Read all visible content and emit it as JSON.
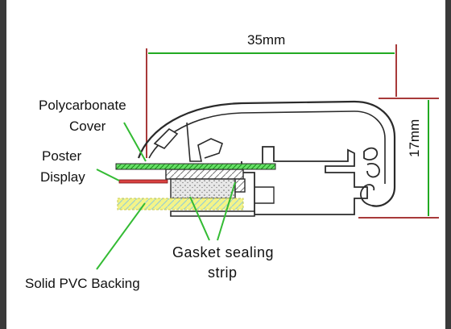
{
  "labels": {
    "polycarbonate_line1": "Polycarbonate",
    "polycarbonate_line2": "Cover",
    "poster_line1": "Poster",
    "poster_line2": "Display",
    "pvc_backing": "Solid PVC Backing",
    "gasket_line1": "Gasket sealing",
    "gasket_line2": "strip"
  },
  "dimensions": {
    "width": "35mm",
    "height": "17mm"
  },
  "colors": {
    "dimension_line": "#22aa22",
    "extension_line": "#a83a3a",
    "profile_outline": "#2a2a2a",
    "cover_fill": "#55dd55",
    "backing_fill": "#eeee66",
    "pointer_line": "#33bb33"
  }
}
